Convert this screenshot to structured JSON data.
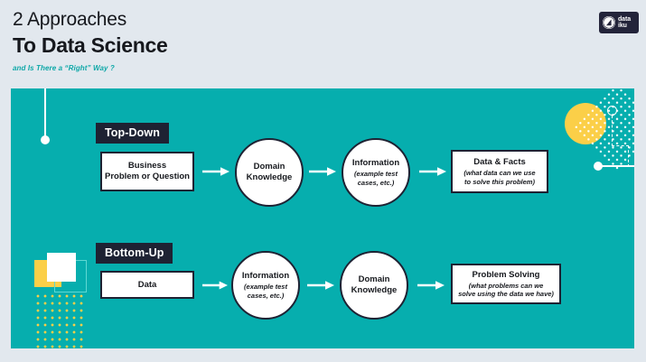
{
  "header": {
    "title_line1": "2 Approaches",
    "title_line2": "To Data Science",
    "subtitle": "and Is There a “Right” Way ?",
    "logo": {
      "name": "dataiku-logo",
      "word_top": "data",
      "word_bottom": "iku"
    }
  },
  "colors": {
    "page_background": "#e2e8ee",
    "panel_teal": "#06aeae",
    "badge_navy": "#1e2233",
    "accent_yellow": "#fbcf48",
    "subtitle_teal": "#0fa8a8",
    "node_border": "#1e2233",
    "node_fill": "#ffffff",
    "outline_square_teal": "#5fd8d3"
  },
  "flows": [
    {
      "badge": "Top-Down",
      "nodes": [
        {
          "shape": "box",
          "title": "Business Problem or Question",
          "subtitle": ""
        },
        {
          "shape": "circle",
          "title": "Domain Knowledge",
          "subtitle": ""
        },
        {
          "shape": "circle",
          "title": "Information",
          "subtitle": "(example test cases, etc.)"
        },
        {
          "shape": "box",
          "title": "Data & Facts",
          "subtitle": "(what data can we use to solve this problem)"
        }
      ]
    },
    {
      "badge": "Bottom-Up",
      "nodes": [
        {
          "shape": "box",
          "title": "Data",
          "subtitle": ""
        },
        {
          "shape": "circle",
          "title": "Information",
          "subtitle": "(example test cases, etc.)"
        },
        {
          "shape": "circle",
          "title": "Domain Knowledge",
          "subtitle": ""
        },
        {
          "shape": "box",
          "title": "Problem Solving",
          "subtitle": "(what problems can we solve using the data we have)"
        }
      ]
    }
  ],
  "node_text": {
    "business_l1": "Business",
    "business_l2": "Problem or Question",
    "domain_l1": "Domain",
    "domain_l2": "Knowledge",
    "information": "Information",
    "information_sub_l1": "(example test",
    "information_sub_l2": "cases, etc.)",
    "data": "Data",
    "data_facts": "Data & Facts",
    "data_facts_sub_l1": "(what data can we use",
    "data_facts_sub_l2": "to solve this problem)",
    "problem_solving": "Problem Solving",
    "problem_solving_sub_l1": "(what problems can we",
    "problem_solving_sub_l2": "solve using the data we have)"
  }
}
